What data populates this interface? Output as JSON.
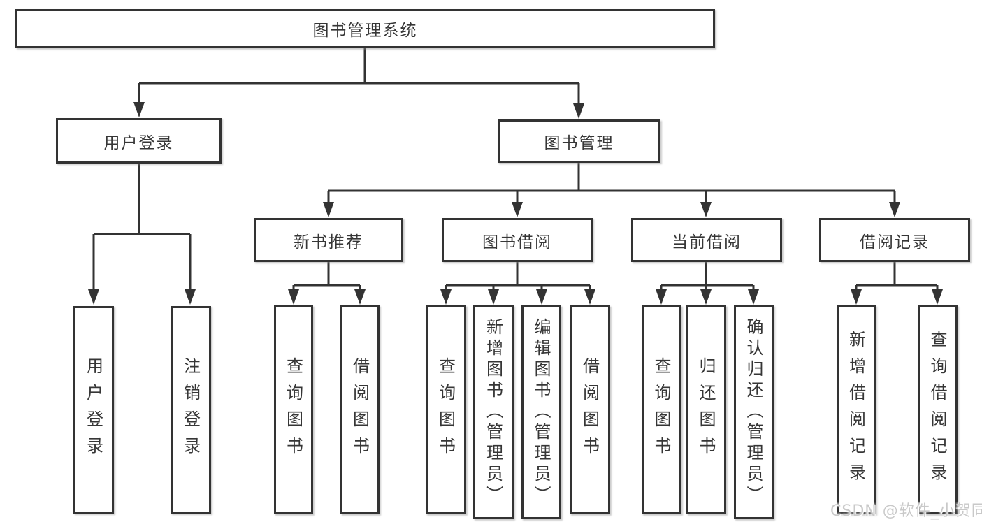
{
  "diagram": {
    "type": "tree",
    "tree": {
      "root": "图书管理系统",
      "branches": [
        {
          "label": "用户登录",
          "children": [
            {
              "label": "用户登录"
            },
            {
              "label": "注销登录"
            }
          ]
        },
        {
          "label": "图书管理",
          "children": [
            {
              "label": "新书推荐",
              "children": [
                {
                  "label": "查询图书"
                },
                {
                  "label": "借阅图书"
                }
              ]
            },
            {
              "label": "图书借阅",
              "children": [
                {
                  "label": "查询图书"
                },
                {
                  "label": "新增图书（管理员）"
                },
                {
                  "label": "编辑图书（管理员）"
                },
                {
                  "label": "借阅图书"
                }
              ]
            },
            {
              "label": "当前借阅",
              "children": [
                {
                  "label": "查询图书"
                },
                {
                  "label": "归还图书"
                },
                {
                  "label": "确认归还（管理员）"
                }
              ]
            },
            {
              "label": "借阅记录",
              "children": [
                {
                  "label": "新增借阅记录"
                },
                {
                  "label": "查询借阅记录"
                }
              ]
            }
          ]
        }
      ]
    },
    "line_color": "#333333",
    "box_background": "#ffffff",
    "text_color": "#363636"
  },
  "watermark": {
    "text": "CSDN @软件_小贺同学"
  }
}
